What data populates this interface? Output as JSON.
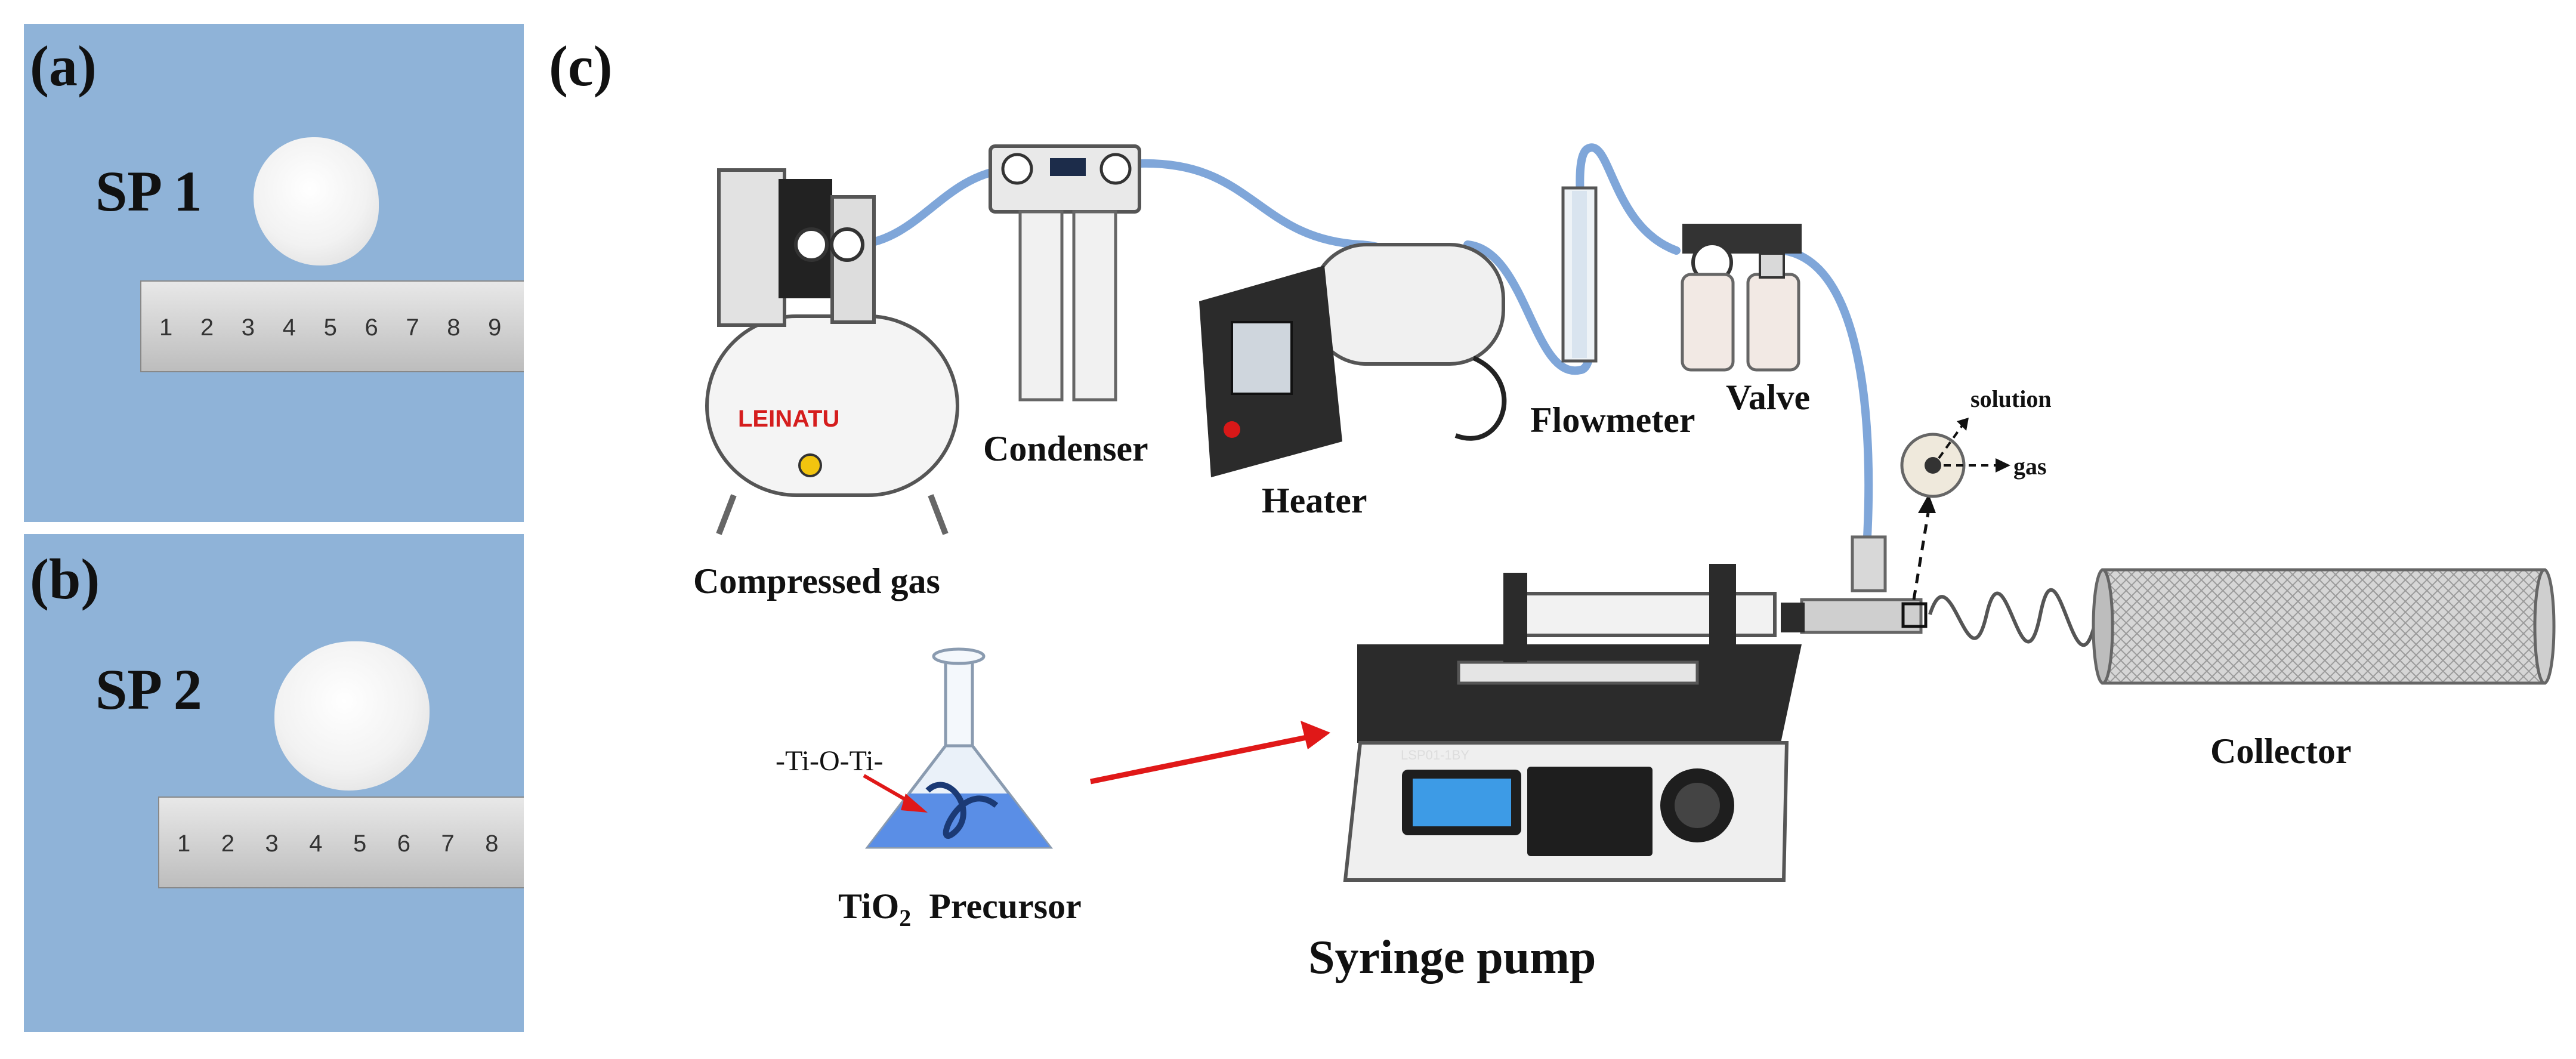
{
  "panels": {
    "a": {
      "label": "(a)",
      "sample_label": "SP 1",
      "ruler_numbers": [
        "1",
        "2",
        "3",
        "4",
        "5",
        "6",
        "7",
        "8",
        "9"
      ]
    },
    "b": {
      "label": "(b)",
      "sample_label": "SP 2",
      "ruler_numbers": [
        "1",
        "2",
        "3",
        "4",
        "5",
        "6",
        "7",
        "8"
      ]
    },
    "c": {
      "label": "(c)"
    }
  },
  "diagram": {
    "components": {
      "compressed_gas": "Compressed gas",
      "compressor_brand": "LEINATU",
      "condenser": "Condenser",
      "heater": "Heater",
      "flowmeter": "Flowmeter",
      "valve": "Valve",
      "syringe_pump": "Syringe pump",
      "pump_model": "LSP01-1BY",
      "collector": "Collector"
    },
    "precursor": {
      "formula_base": "TiO",
      "formula_sub": "2",
      "name": "Precursor",
      "bond_label": "-Ti-O-Ti-"
    },
    "nozzle": {
      "solution": "solution",
      "gas": "gas"
    }
  },
  "colors": {
    "tube": "#7fa6d9",
    "arrow": "#e01818",
    "photo_bg": "#8fb3d8"
  }
}
